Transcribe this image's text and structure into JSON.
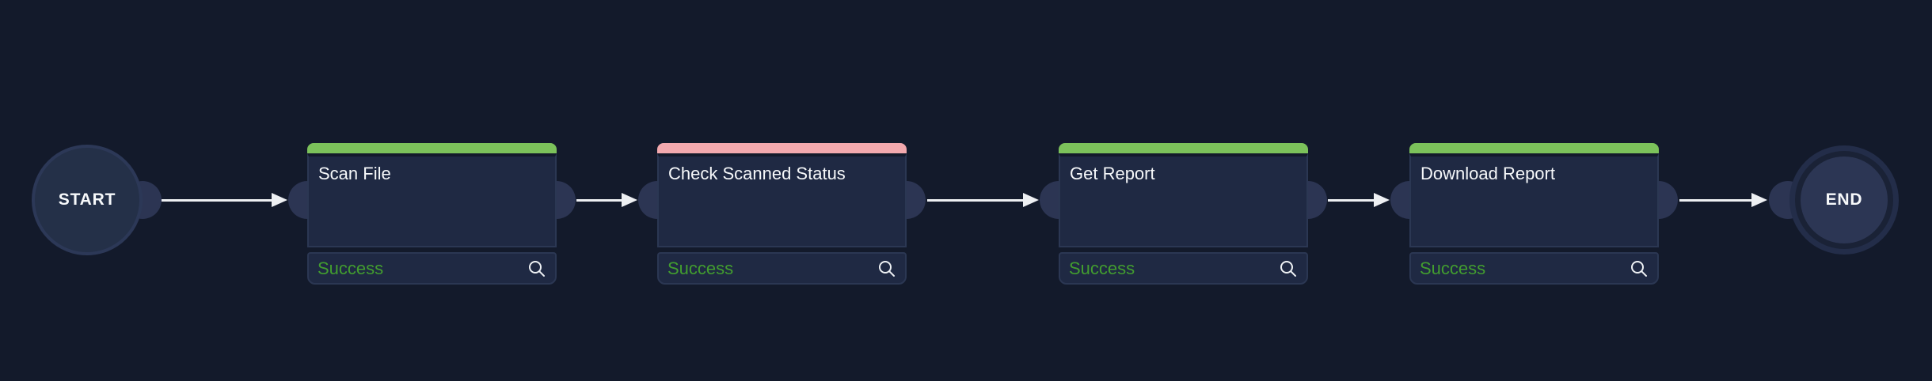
{
  "workflow": {
    "start": {
      "label": "START"
    },
    "end": {
      "label": "END"
    },
    "nodes": [
      {
        "title": "Scan File",
        "status": "Success",
        "bar_color": "#7cc25b"
      },
      {
        "title": "Check Scanned Status",
        "status": "Success",
        "bar_color": "#f3a9ae"
      },
      {
        "title": "Get Report",
        "status": "Success",
        "bar_color": "#7cc25b"
      },
      {
        "title": "Download Report",
        "status": "Success",
        "bar_color": "#7cc25b"
      }
    ],
    "colors": {
      "background": "#131a2b",
      "node_body": "#1f2943",
      "node_border": "#2b3753",
      "bar_green": "#7cc25b",
      "bar_pink": "#f3a9ae",
      "status_green": "#429d2f",
      "arrow": "#eef0f3"
    }
  }
}
